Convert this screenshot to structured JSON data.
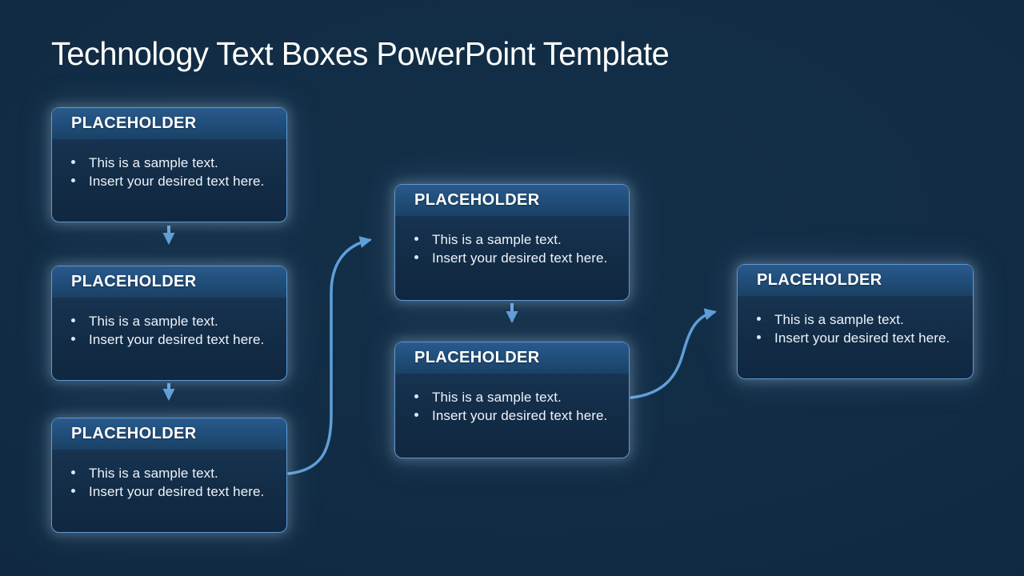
{
  "slide": {
    "title": "Technology Text Boxes PowerPoint Template"
  },
  "colors": {
    "background": "#102a42",
    "box_body": "#132c47",
    "box_header": "#214f7c",
    "box_border": "#5e9ad2",
    "arrow": "#5f9fd8",
    "body_text": "#eef3f9",
    "title_text": "#ffffff"
  },
  "icons": {
    "bullet": "bullet-dot-icon",
    "straight_connector": "down-arrow-icon",
    "curved_connector": "curved-arrow-icon"
  },
  "boxes": [
    {
      "header": "PLACEHOLDER",
      "bullets": [
        "This is a sample text.",
        "Insert your desired text here."
      ]
    },
    {
      "header": "PLACEHOLDER",
      "bullets": [
        "This is a sample text.",
        "Insert your desired text here."
      ]
    },
    {
      "header": "PLACEHOLDER",
      "bullets": [
        "This is a sample text.",
        "Insert your desired text here."
      ]
    },
    {
      "header": "PLACEHOLDER",
      "bullets": [
        "This is a sample text.",
        "Insert your desired text here."
      ]
    },
    {
      "header": "PLACEHOLDER",
      "bullets": [
        "This is a sample text.",
        "Insert your desired text here."
      ]
    },
    {
      "header": "PLACEHOLDER",
      "bullets": [
        "This is a sample text.",
        "Insert your desired text here."
      ]
    }
  ],
  "connectors": [
    {
      "type": "straight-down",
      "from": "box-1",
      "to": "box-2"
    },
    {
      "type": "straight-down",
      "from": "box-2",
      "to": "box-3"
    },
    {
      "type": "s-curve",
      "from": "box-3",
      "to": "box-4"
    },
    {
      "type": "straight-down",
      "from": "box-4",
      "to": "box-5"
    },
    {
      "type": "s-curve",
      "from": "box-5",
      "to": "box-6"
    }
  ]
}
